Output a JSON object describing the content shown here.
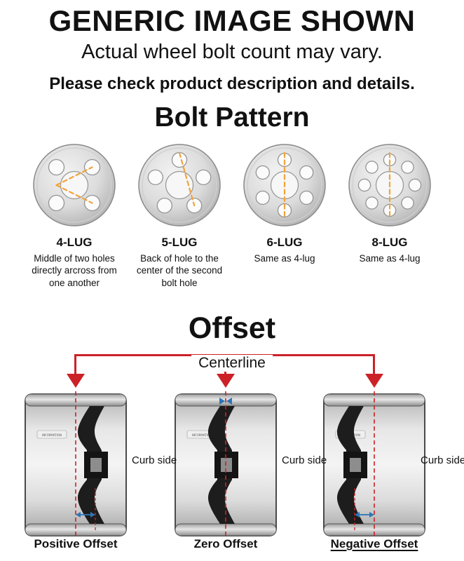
{
  "header": {
    "title": "GENERIC IMAGE SHOWN",
    "subtitle": "Actual wheel bolt count may vary.",
    "note": "Please check product description and details."
  },
  "bolt_pattern": {
    "title": "Bolt Pattern",
    "items": [
      {
        "label": "4-LUG",
        "lugs": 4,
        "description": "Middle of two holes directly arcross from one another"
      },
      {
        "label": "5-LUG",
        "lugs": 5,
        "description": "Back of hole to the center of the second bolt hole"
      },
      {
        "label": "6-LUG",
        "lugs": 6,
        "description": "Same as 4-lug"
      },
      {
        "label": "8-LUG",
        "lugs": 8,
        "description": "Same as 4-lug"
      }
    ]
  },
  "offset": {
    "title": "Offset",
    "centerline_label": "Centerline",
    "wheels": [
      {
        "type": "positive",
        "label": "Positive Offset",
        "curb_label": "Curb side",
        "barrel_text": "INFORMATION"
      },
      {
        "type": "zero",
        "label": "Zero Offset",
        "curb_label": "Curb side",
        "barrel_text": "INFORMATION"
      },
      {
        "type": "negative",
        "label": "Negative Offset",
        "curb_label": "Curb side",
        "barrel_text": "INFORMATION"
      }
    ]
  },
  "colors": {
    "red": "#cc2127",
    "orange": "#f2a33c",
    "blue": "#2e75b6",
    "text": "#111111"
  }
}
